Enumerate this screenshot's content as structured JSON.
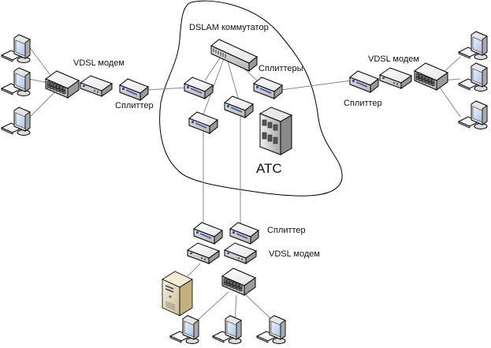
{
  "labels": {
    "dslam": "DSLAM коммутатор",
    "splitters_ats": "Сплиттеры",
    "ats": "АТС",
    "left_modem": "VDSL модем",
    "left_splitter": "Сплиттер",
    "right_modem": "VDSL модем",
    "right_splitter": "Сплиттер",
    "bottom_splitter": "Сплиттер",
    "bottom_modem": "VDSL модем"
  },
  "nodes": {
    "dslam": {
      "type": "dslam-switch"
    },
    "ats": {
      "type": "building"
    },
    "ats_splitters": [
      "left",
      "right",
      "bottom-left",
      "bottom-right"
    ],
    "left_site": {
      "computers": 3,
      "devices": [
        "switch",
        "vdsl-modem",
        "splitter"
      ]
    },
    "right_site": {
      "computers": 3,
      "devices": [
        "splitter",
        "vdsl-modem",
        "switch"
      ]
    },
    "bottom_site": {
      "computers": 3,
      "server": 1,
      "devices": [
        "splitter",
        "splitter",
        "vdsl-modem",
        "vdsl-modem",
        "switch"
      ]
    }
  },
  "colors": {
    "line": "#888888",
    "outline": "#000000",
    "device_top": "#f2f2f2",
    "device_side": "#cfcfcf",
    "led": "#3a4db0",
    "screen": "#cfe0f5",
    "server": "#e8dcc0"
  }
}
